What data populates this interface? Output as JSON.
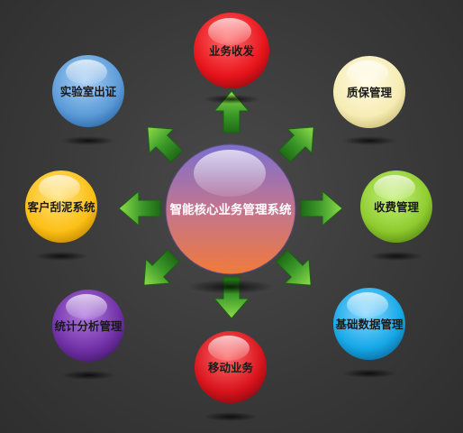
{
  "center": {
    "label": "智能核心业务管理系统"
  },
  "nodes": [
    {
      "id": "top",
      "label": "业务收发",
      "color": "#e8141b"
    },
    {
      "id": "top-right",
      "label": "质保管理",
      "color": "#f6ecb4"
    },
    {
      "id": "right",
      "label": "收费管理",
      "color": "#8fcc2e"
    },
    {
      "id": "bottom-right",
      "label": "基础数据管理",
      "color": "#16a8e8"
    },
    {
      "id": "bottom",
      "label": "移动业务",
      "color": "#d8131c"
    },
    {
      "id": "bottom-left",
      "label": "统计分析管理",
      "color": "#7030a6"
    },
    {
      "id": "left",
      "label": "客户刮泥系统",
      "color": "#fcc016"
    },
    {
      "id": "top-left",
      "label": "实验室出证",
      "color": "#5b9bd8"
    }
  ],
  "colors": {
    "arrow": "#3d9b2a",
    "center_top": "#7b6fce",
    "center_bottom": "#f07a3a"
  }
}
